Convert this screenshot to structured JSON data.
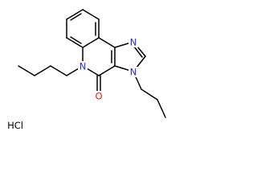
{
  "molecule": {
    "atoms": {
      "n_quinolinone": "N",
      "n_imine": "N",
      "n_imidazole": "N",
      "o_carbonyl": "O"
    },
    "salt": "HCl"
  },
  "colors": {
    "nitrogen": "#2626ff",
    "oxygen": "#ff0d0d",
    "carbon": "#000000",
    "salt": "#000000"
  }
}
